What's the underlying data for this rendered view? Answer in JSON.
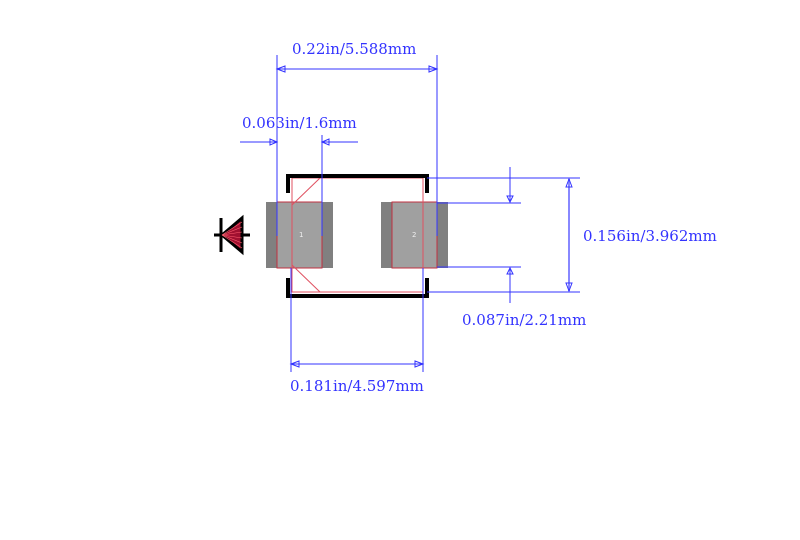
{
  "dimensions": {
    "overall_width": "0.22in/5.588mm",
    "pad_width": "0.063in/1.6mm",
    "body_width": "0.181in/4.597mm",
    "pad_height": "0.087in/2.21mm",
    "body_height": "0.156in/3.962mm"
  },
  "pads": [
    {
      "label": "1"
    },
    {
      "label": "2"
    }
  ],
  "colors": {
    "dimension": "#3333ff",
    "pad": "#808080",
    "pad_inner": "#a0a0a0",
    "outline": "#d04050",
    "silkscreen": "#000000"
  },
  "symbol": {
    "icon": "diode-icon"
  }
}
